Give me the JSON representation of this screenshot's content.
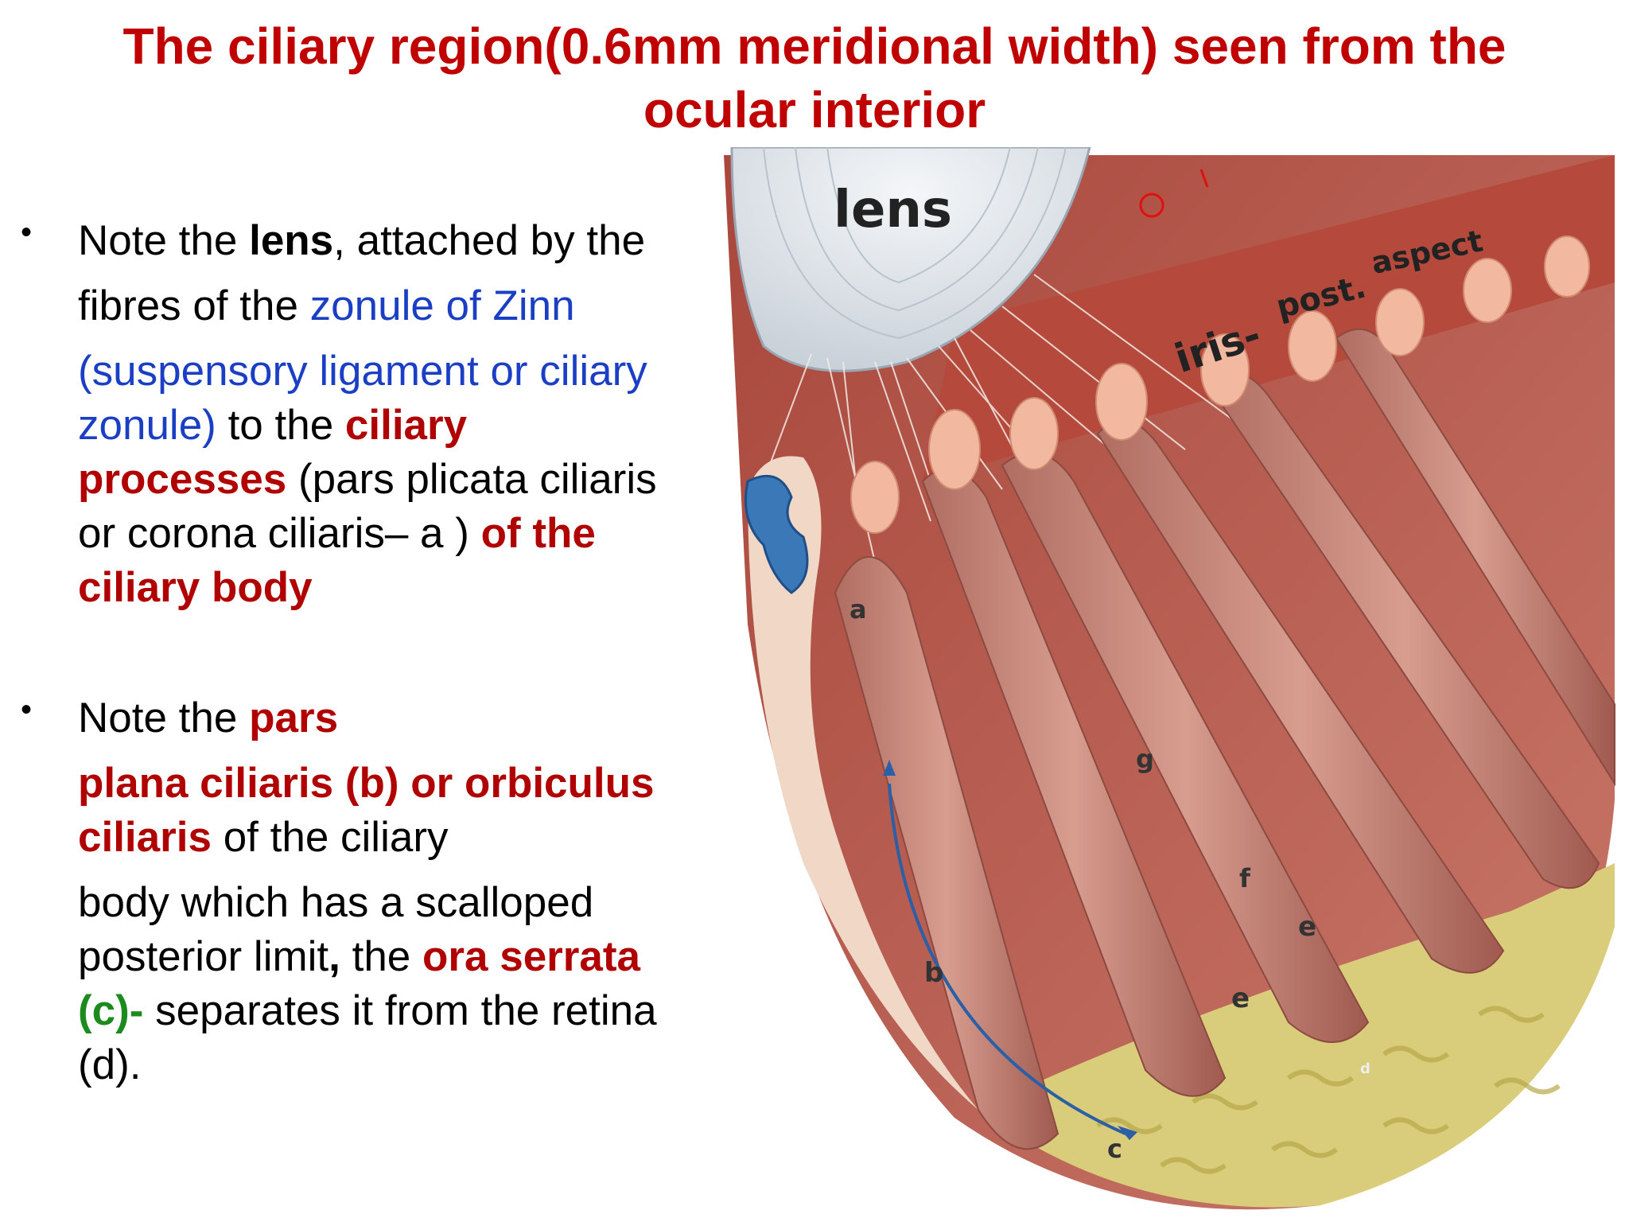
{
  "title": {
    "line1": "The ciliary region(0.6mm meridional width) seen from the",
    "line2": "ocular interior"
  },
  "bullet_symbol": "•",
  "bullet1": {
    "l1a": "Note the ",
    "l1b": "lens",
    "l1c": ", attached by the",
    "l2a": " fibres of the ",
    "l2b": "zonule of Zinn",
    "l3": "(suspensory ligament or ciliary",
    "l4a": "zonule)",
    "l4b": " to the ",
    "l4c": "ciliary",
    "l5a": "processes",
    "l5b": " (pars plicata ciliaris",
    "l6a": "or corona ciliaris– a ) ",
    "l6b": "of  the",
    "l7": "ciliary body"
  },
  "bullet2": {
    "l1a": "Note the ",
    "l1b": "pars",
    "l2": "plana ciliaris (b) or orbiculus",
    "l3a": "ciliaris",
    "l3b": " of the ciliary",
    "l4": "body which has a scalloped",
    "l5a": "posterior limit",
    "l5b": ",",
    "l5c": " the ",
    "l5d": "ora serrata",
    "l6a": "(c)-",
    "l6b": " separates it from the retina",
    "l7": "(d)."
  },
  "figure": {
    "labels": {
      "lens": "lens",
      "iris": "iris-",
      "post": "post.",
      "aspect": "aspect",
      "a": "a",
      "b": "b",
      "c": "c",
      "d": "d",
      "e1": "e",
      "e2": "e",
      "f": "f",
      "g": "g"
    },
    "colors": {
      "muscle": "#b8564a",
      "process": "#f2b9a0",
      "retina": "#d9cc7a",
      "lens": "#e8ecf0",
      "blue_tissue": "#3a78b8",
      "arrow": "#2b5fa6"
    }
  }
}
